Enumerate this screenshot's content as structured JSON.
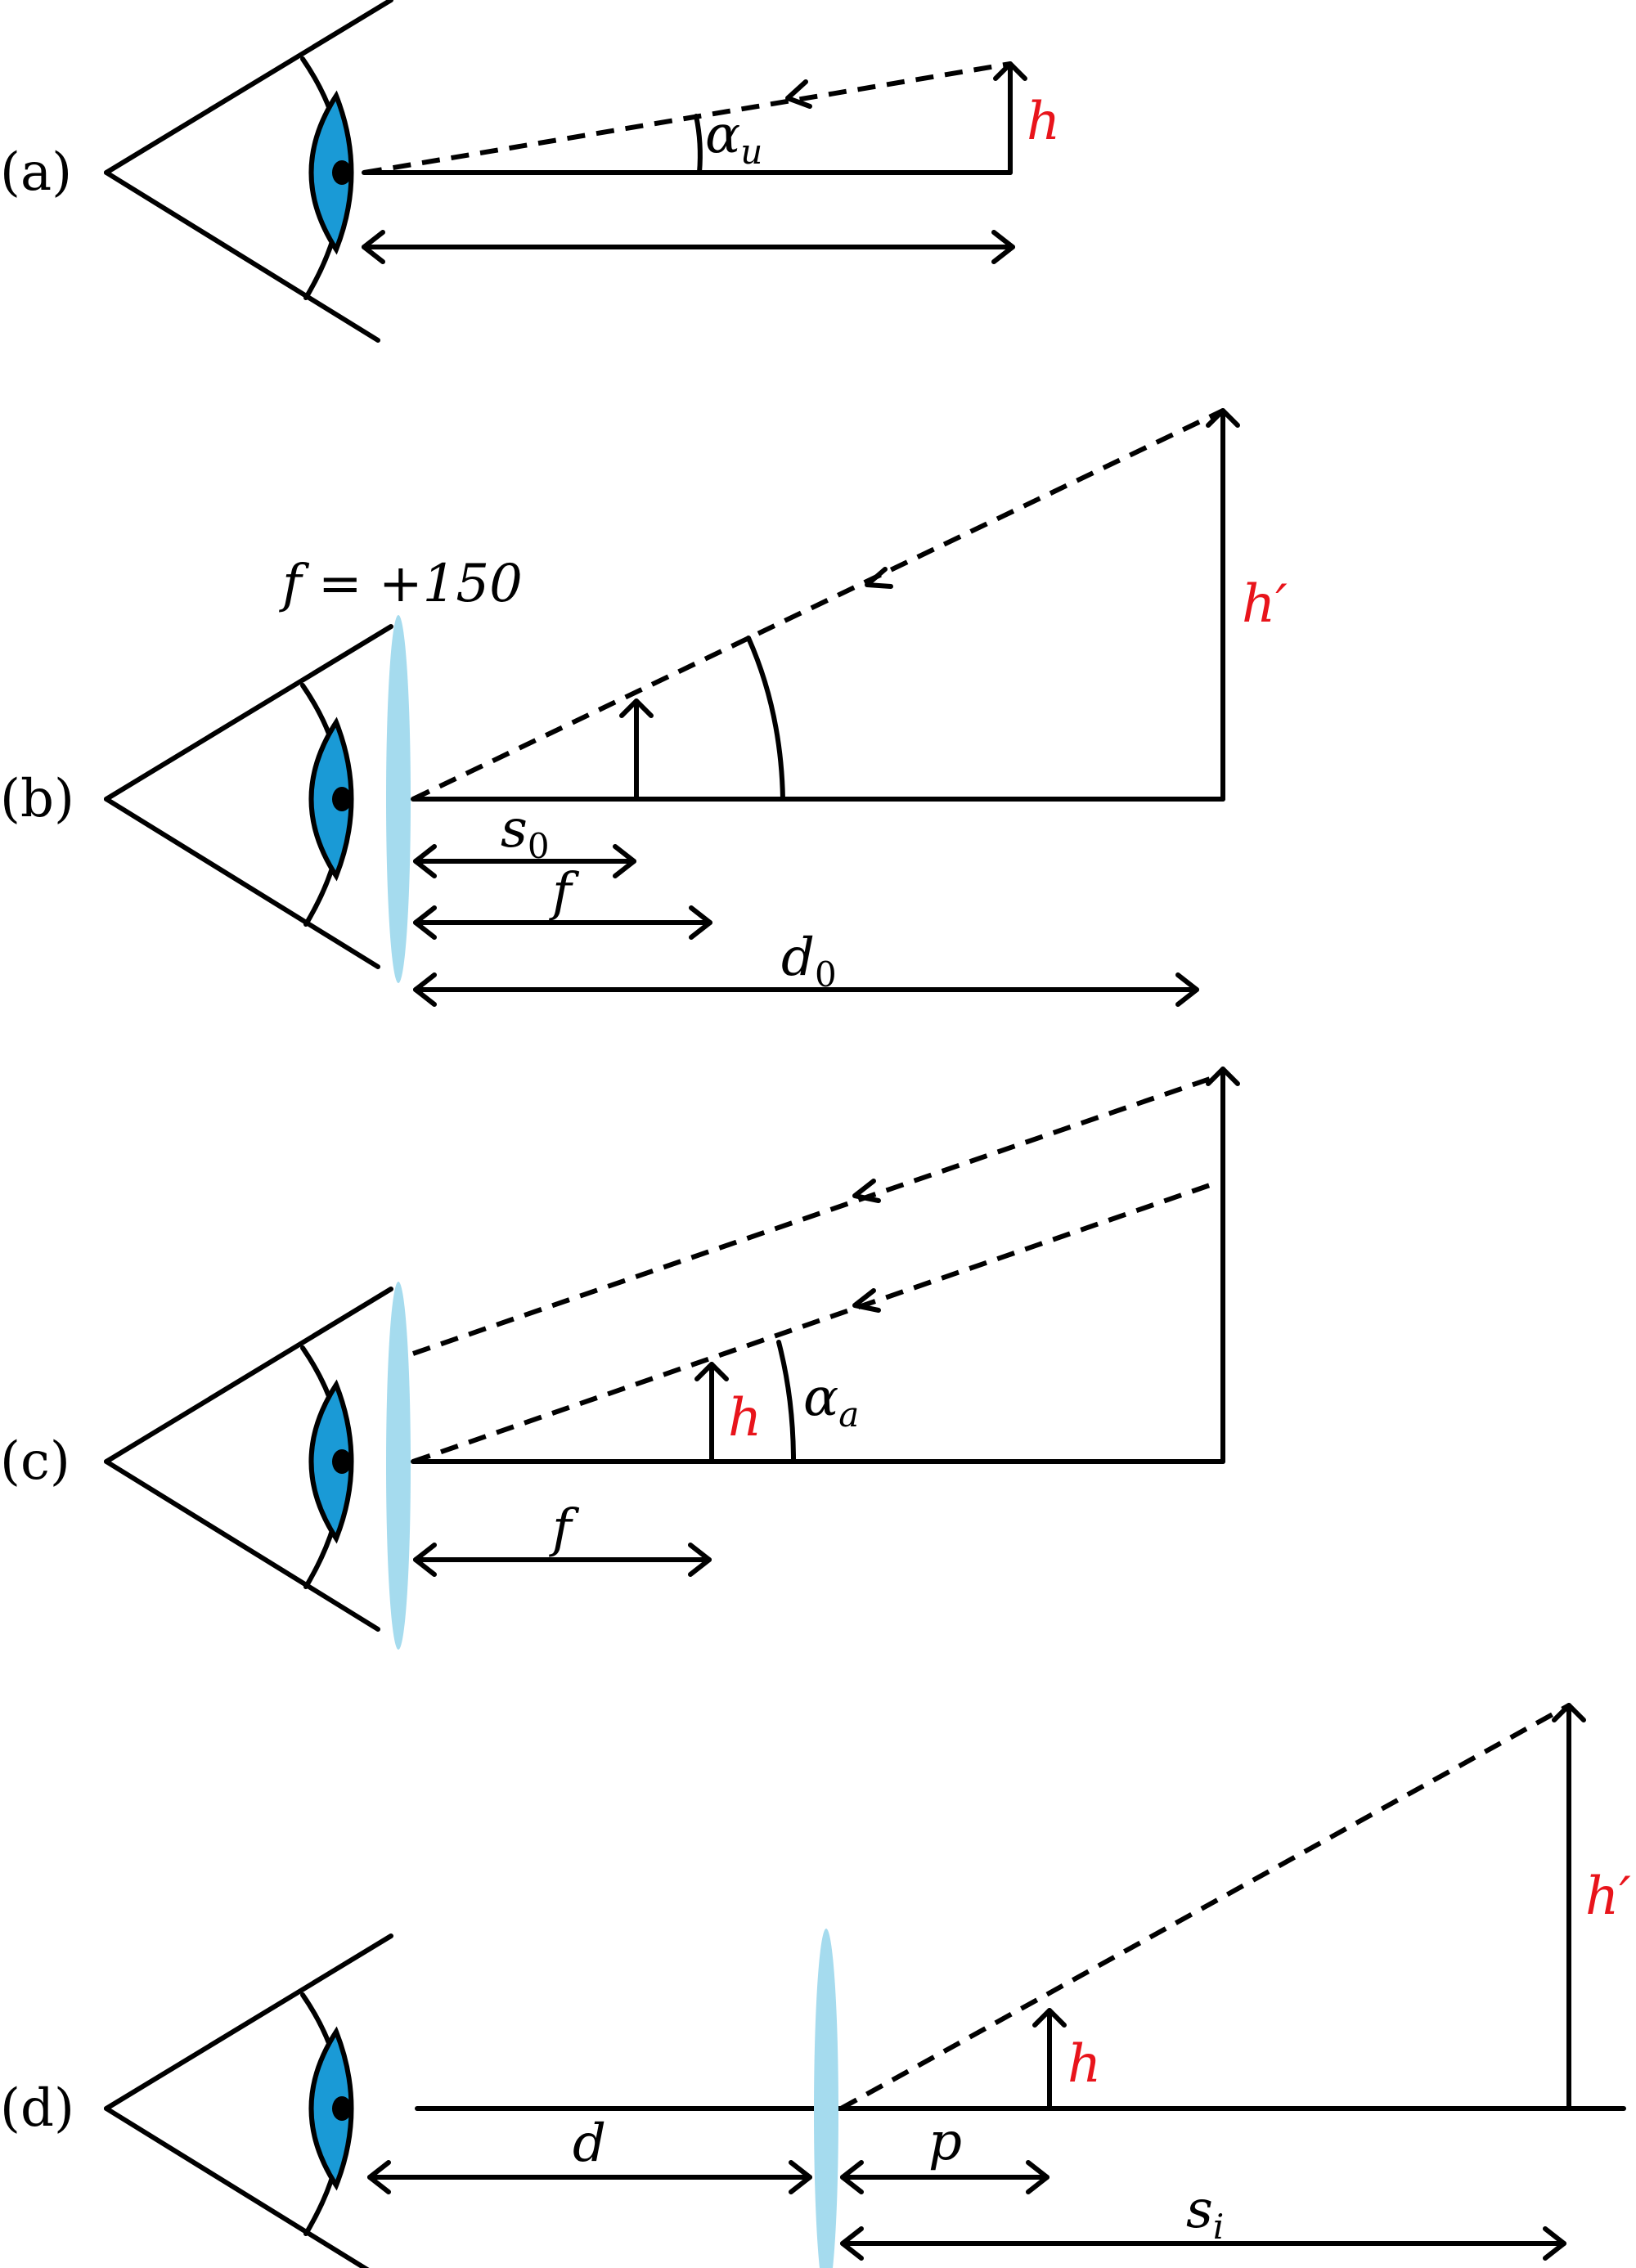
{
  "panels": {
    "a": {
      "label": "(a)",
      "height_label": "h",
      "angle_label": "α",
      "angle_sub": "u"
    },
    "b": {
      "label": "(b)",
      "lens_label": "f = +150",
      "height_label": "h′",
      "dist1": "s",
      "dist1_sub": "0",
      "dist2": "f",
      "dist3": "d",
      "dist3_sub": "0"
    },
    "c": {
      "label": "(c)",
      "height_label": "h",
      "angle_label": "α",
      "angle_sub": "a",
      "dist1": "f"
    },
    "d": {
      "label": "(d)",
      "height_label_small": "h",
      "height_label_big": "h′",
      "dist1": "d",
      "dist2": "p",
      "dist3": "s",
      "dist3_sub": "i"
    }
  },
  "colors": {
    "highlight": "#e8141b",
    "lens": "#a5dbee",
    "iris": "#1a9ad6"
  }
}
